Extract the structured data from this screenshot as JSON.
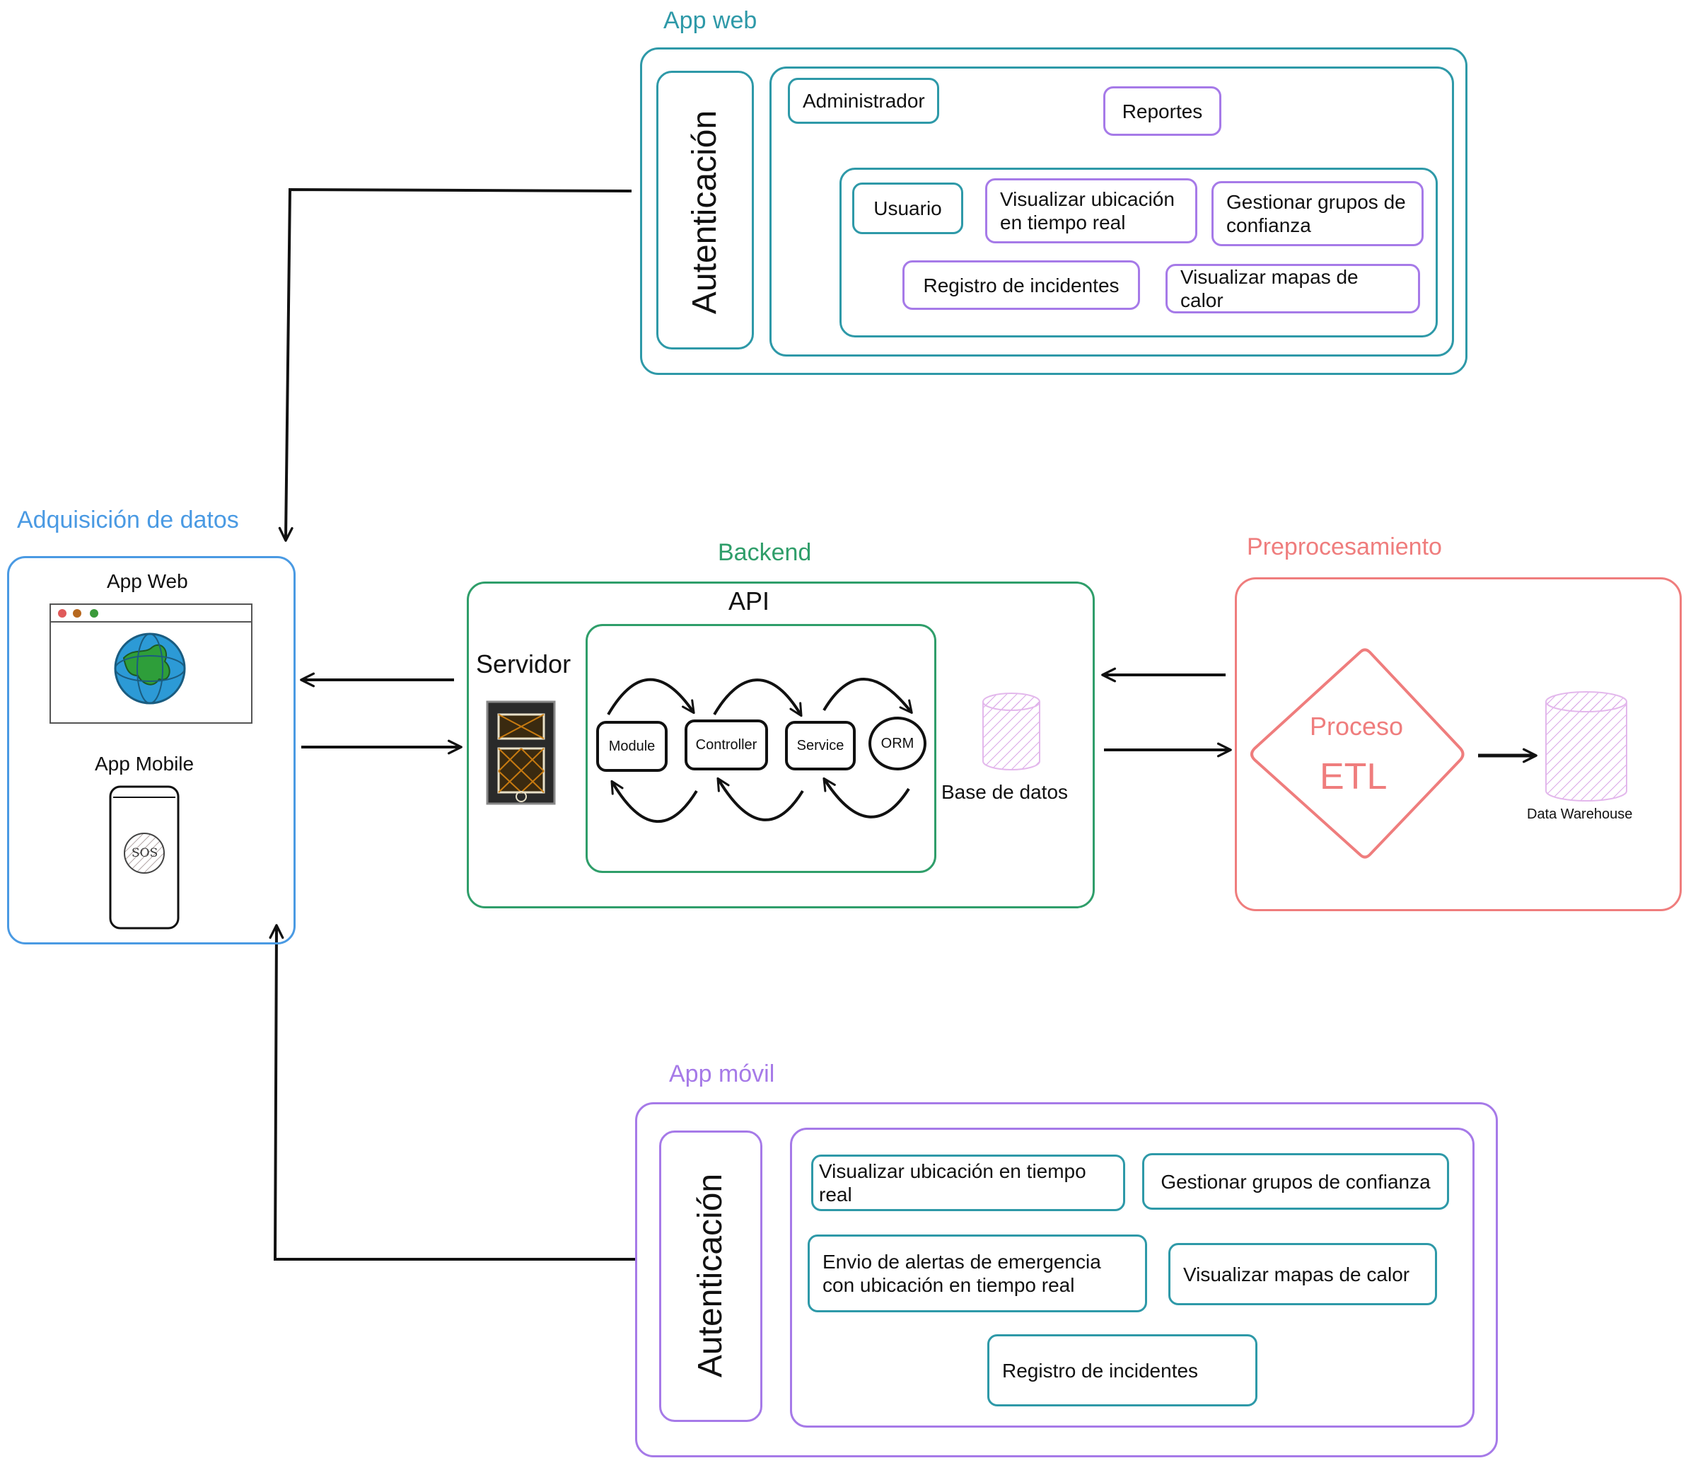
{
  "app_web": {
    "title": "App web",
    "auth": "Autenticación",
    "admin": "Administrador",
    "reportes": "Reportes",
    "usuario": "Usuario",
    "features": {
      "ubicacion": "Visualizar ubicación en tiempo real",
      "grupos": "Gestionar grupos de confianza",
      "incidentes": "Registro de incidentes",
      "mapas": "Visualizar mapas de calor"
    }
  },
  "adquisicion": {
    "title": "Adquisición de datos",
    "app_web": "App Web",
    "app_mobile": "App Mobile",
    "sos": "SOS"
  },
  "backend": {
    "title": "Backend",
    "api": "API",
    "servidor": "Servidor",
    "nodes": {
      "module": "Module",
      "controller": "Controller",
      "service": "Service",
      "orm": "ORM"
    },
    "db": "Base de datos"
  },
  "preprocesamiento": {
    "title": "Preprocesamiento",
    "proceso": "Proceso",
    "etl": "ETL",
    "warehouse": "Data Warehouse"
  },
  "app_movil": {
    "title": "App móvil",
    "auth": "Autenticación",
    "features": {
      "ubicacion": "Visualizar ubicación en tiempo real",
      "grupos": "Gestionar grupos de  confianza",
      "alertas": "Envio de alertas de emergencia con ubicación en tiempo real",
      "mapas": "Visualizar mapas de calor",
      "incidentes": "Registro de incidentes"
    }
  },
  "colors": {
    "teal": "#2e99a8",
    "purple": "#a67ae8",
    "blue": "#4a9ae3",
    "green": "#2f9e6a",
    "red": "#ef7d7d"
  }
}
